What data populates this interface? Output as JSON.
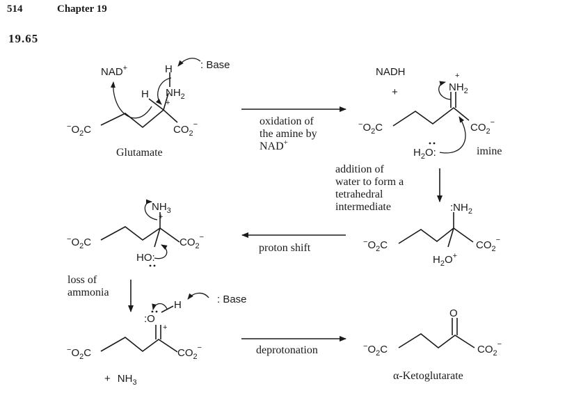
{
  "header": {
    "page_number": "514",
    "chapter": "Chapter 19",
    "problem": "19.65"
  },
  "reagents": {
    "nad_plus": "NAD",
    "nad_plus_charge": "+",
    "nadh": "NADH",
    "plus_sign": "+",
    "base": ": Base"
  },
  "atoms": {
    "H": "H",
    "N": "N",
    "NH2": "NH",
    "sub2": "2",
    "charge_plus": "+",
    "co2": "CO",
    "o2c": "O",
    "o2c_c": "C",
    "minus": "−",
    "h2o": "H",
    "o": "O",
    "nh3": "NH",
    "sub3": "3",
    "ho": "HO",
    "colon": ":",
    "ketone_o": "O"
  },
  "names": {
    "glutamate": "Glutamate",
    "imine": "imine",
    "ketoglutarate": "α-Ketoglutarate",
    "ammonia_plus": "+",
    "ammonia": "NH"
  },
  "steps": {
    "step1_line1": "oxidation of",
    "step1_line2": "the amine by",
    "step1_line3": "NAD",
    "step1_line3_charge": "+",
    "step2_line1": "addition of",
    "step2_line2": "water to form a",
    "step2_line3": "tetrahedral",
    "step2_line4": "intermediate",
    "step3": "proton shift",
    "step4_line1": "loss of",
    "step4_line2": "ammonia",
    "step5": "deprotonation"
  },
  "colors": {
    "ink": "#1a1a1a",
    "background": "#ffffff"
  }
}
